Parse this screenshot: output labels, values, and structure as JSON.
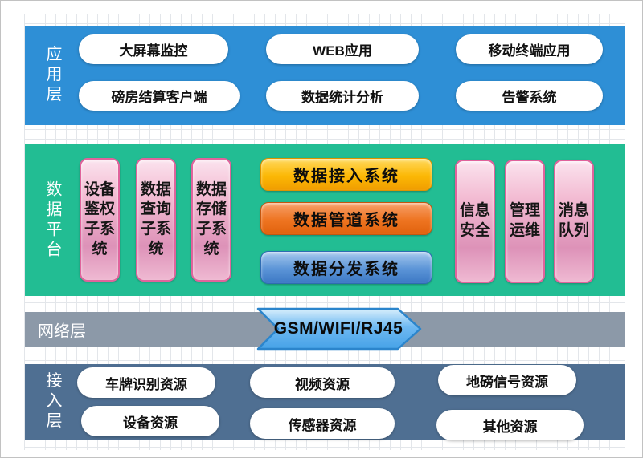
{
  "layers": {
    "app": {
      "label": "应用层",
      "items": [
        "大屏幕监控",
        "WEB应用",
        "移动终端应用",
        "磅房结算客户端",
        "数据统计分析",
        "告警系统"
      ]
    },
    "data_platform": {
      "label": "数据平台",
      "left_subsystems": [
        "设备鉴权子系统",
        "数据查询子系统",
        "数据存储子系统"
      ],
      "center_systems": [
        "数据接入系统",
        "数据管道系统",
        "数据分发系统"
      ],
      "right_modules": [
        "信息安全",
        "管理运维",
        "消息队列"
      ]
    },
    "network": {
      "label": "网络层",
      "chevron_label": "GSM/WIFI/RJ45"
    },
    "access": {
      "label": "接入层",
      "items": [
        "车牌识别资源",
        "视频资源",
        "地磅信号资源",
        "设备资源",
        "传感器资源",
        "其他资源"
      ]
    }
  },
  "colors": {
    "app_band": "#2e8fd6",
    "data_band": "#22bd93",
    "network_band": "#8c99a8",
    "access_band": "#4f6f92",
    "pink_pill_border": "#e0639c",
    "pink_pill_fill": "#f3bcd3",
    "yellow_pill": "#fcb805",
    "orange_pill": "#ee7421",
    "blue_pill": "#5b94d7",
    "chevron_fill": "#6fb9f2",
    "chevron_border": "#2b85cc",
    "white_pill": "#ffffff"
  }
}
